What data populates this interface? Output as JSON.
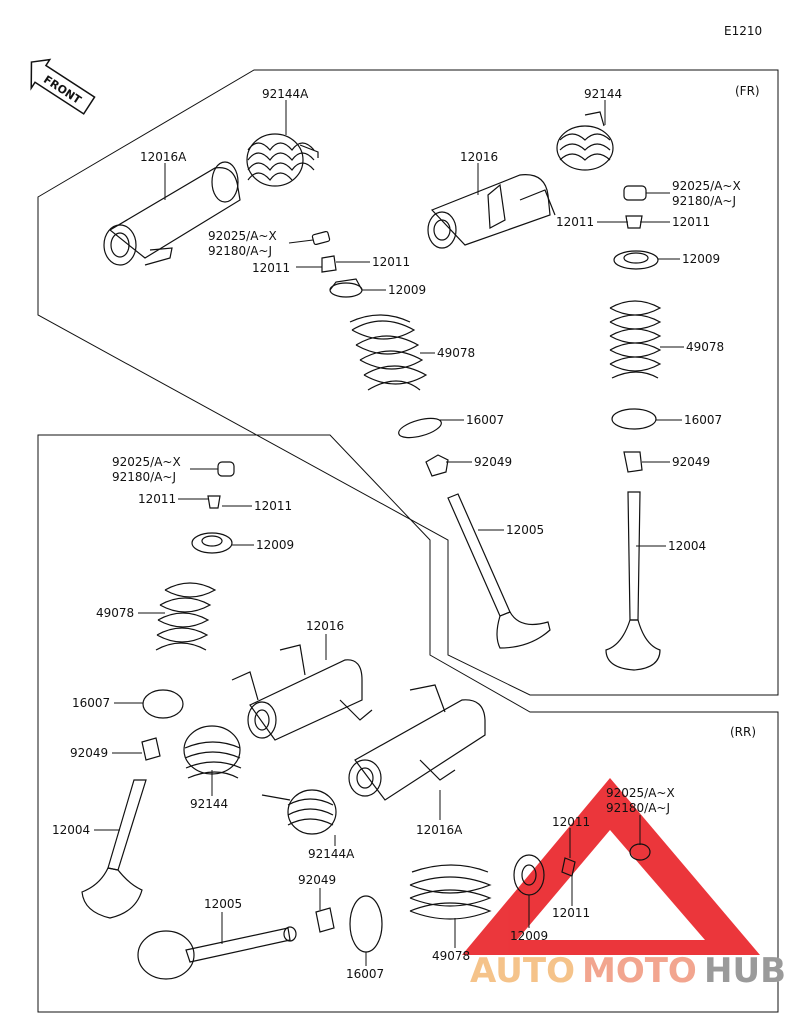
{
  "diagram": {
    "code": "E1210",
    "front_label": "FRONT",
    "section_fr": "(FR)",
    "section_rr": "(RR)",
    "watermark": {
      "part1": "AUTO",
      "part2": "MOTO",
      "part3": "HUB",
      "colors": {
        "auto": "#f5c38a",
        "moto": "#f2a58f",
        "hub": "#9a9a9a",
        "triangle": "#e8141a"
      }
    },
    "labels": [
      {
        "id": "l1",
        "text": "92144A"
      },
      {
        "id": "l2",
        "text": "92144"
      },
      {
        "id": "l3",
        "text": "12016A"
      },
      {
        "id": "l4",
        "text": "12016"
      },
      {
        "id": "l5",
        "text": "92025/A~X"
      },
      {
        "id": "l6",
        "text": "92180/A~J"
      },
      {
        "id": "l7",
        "text": "12011"
      },
      {
        "id": "l8",
        "text": "12011"
      },
      {
        "id": "l9",
        "text": "12009"
      },
      {
        "id": "l10",
        "text": "92025/A~X"
      },
      {
        "id": "l11",
        "text": "92180/A~J"
      },
      {
        "id": "l12",
        "text": "12011"
      },
      {
        "id": "l13",
        "text": "12011"
      },
      {
        "id": "l14",
        "text": "12009"
      },
      {
        "id": "l15",
        "text": "49078"
      },
      {
        "id": "l16",
        "text": "49078"
      },
      {
        "id": "l17",
        "text": "16007"
      },
      {
        "id": "l18",
        "text": "16007"
      },
      {
        "id": "l19",
        "text": "92049"
      },
      {
        "id": "l20",
        "text": "92049"
      },
      {
        "id": "l21",
        "text": "12005"
      },
      {
        "id": "l22",
        "text": "12004"
      },
      {
        "id": "l23",
        "text": "92025/A~X"
      },
      {
        "id": "l24",
        "text": "92180/A~J"
      },
      {
        "id": "l25",
        "text": "12011"
      },
      {
        "id": "l26",
        "text": "12011"
      },
      {
        "id": "l27",
        "text": "12009"
      },
      {
        "id": "l28",
        "text": "49078"
      },
      {
        "id": "l29",
        "text": "12016"
      },
      {
        "id": "l30",
        "text": "16007"
      },
      {
        "id": "l31",
        "text": "92049"
      },
      {
        "id": "l32",
        "text": "92144"
      },
      {
        "id": "l33",
        "text": "12016A"
      },
      {
        "id": "l34",
        "text": "12004"
      },
      {
        "id": "l35",
        "text": "92144A"
      },
      {
        "id": "l36",
        "text": "92025/A~X"
      },
      {
        "id": "l37",
        "text": "92180/A~J"
      },
      {
        "id": "l38",
        "text": "12011"
      },
      {
        "id": "l39",
        "text": "12011"
      },
      {
        "id": "l40",
        "text": "92049"
      },
      {
        "id": "l41",
        "text": "12005"
      },
      {
        "id": "l42",
        "text": "16007"
      },
      {
        "id": "l43",
        "text": "49078"
      },
      {
        "id": "l44",
        "text": "12009"
      }
    ]
  }
}
